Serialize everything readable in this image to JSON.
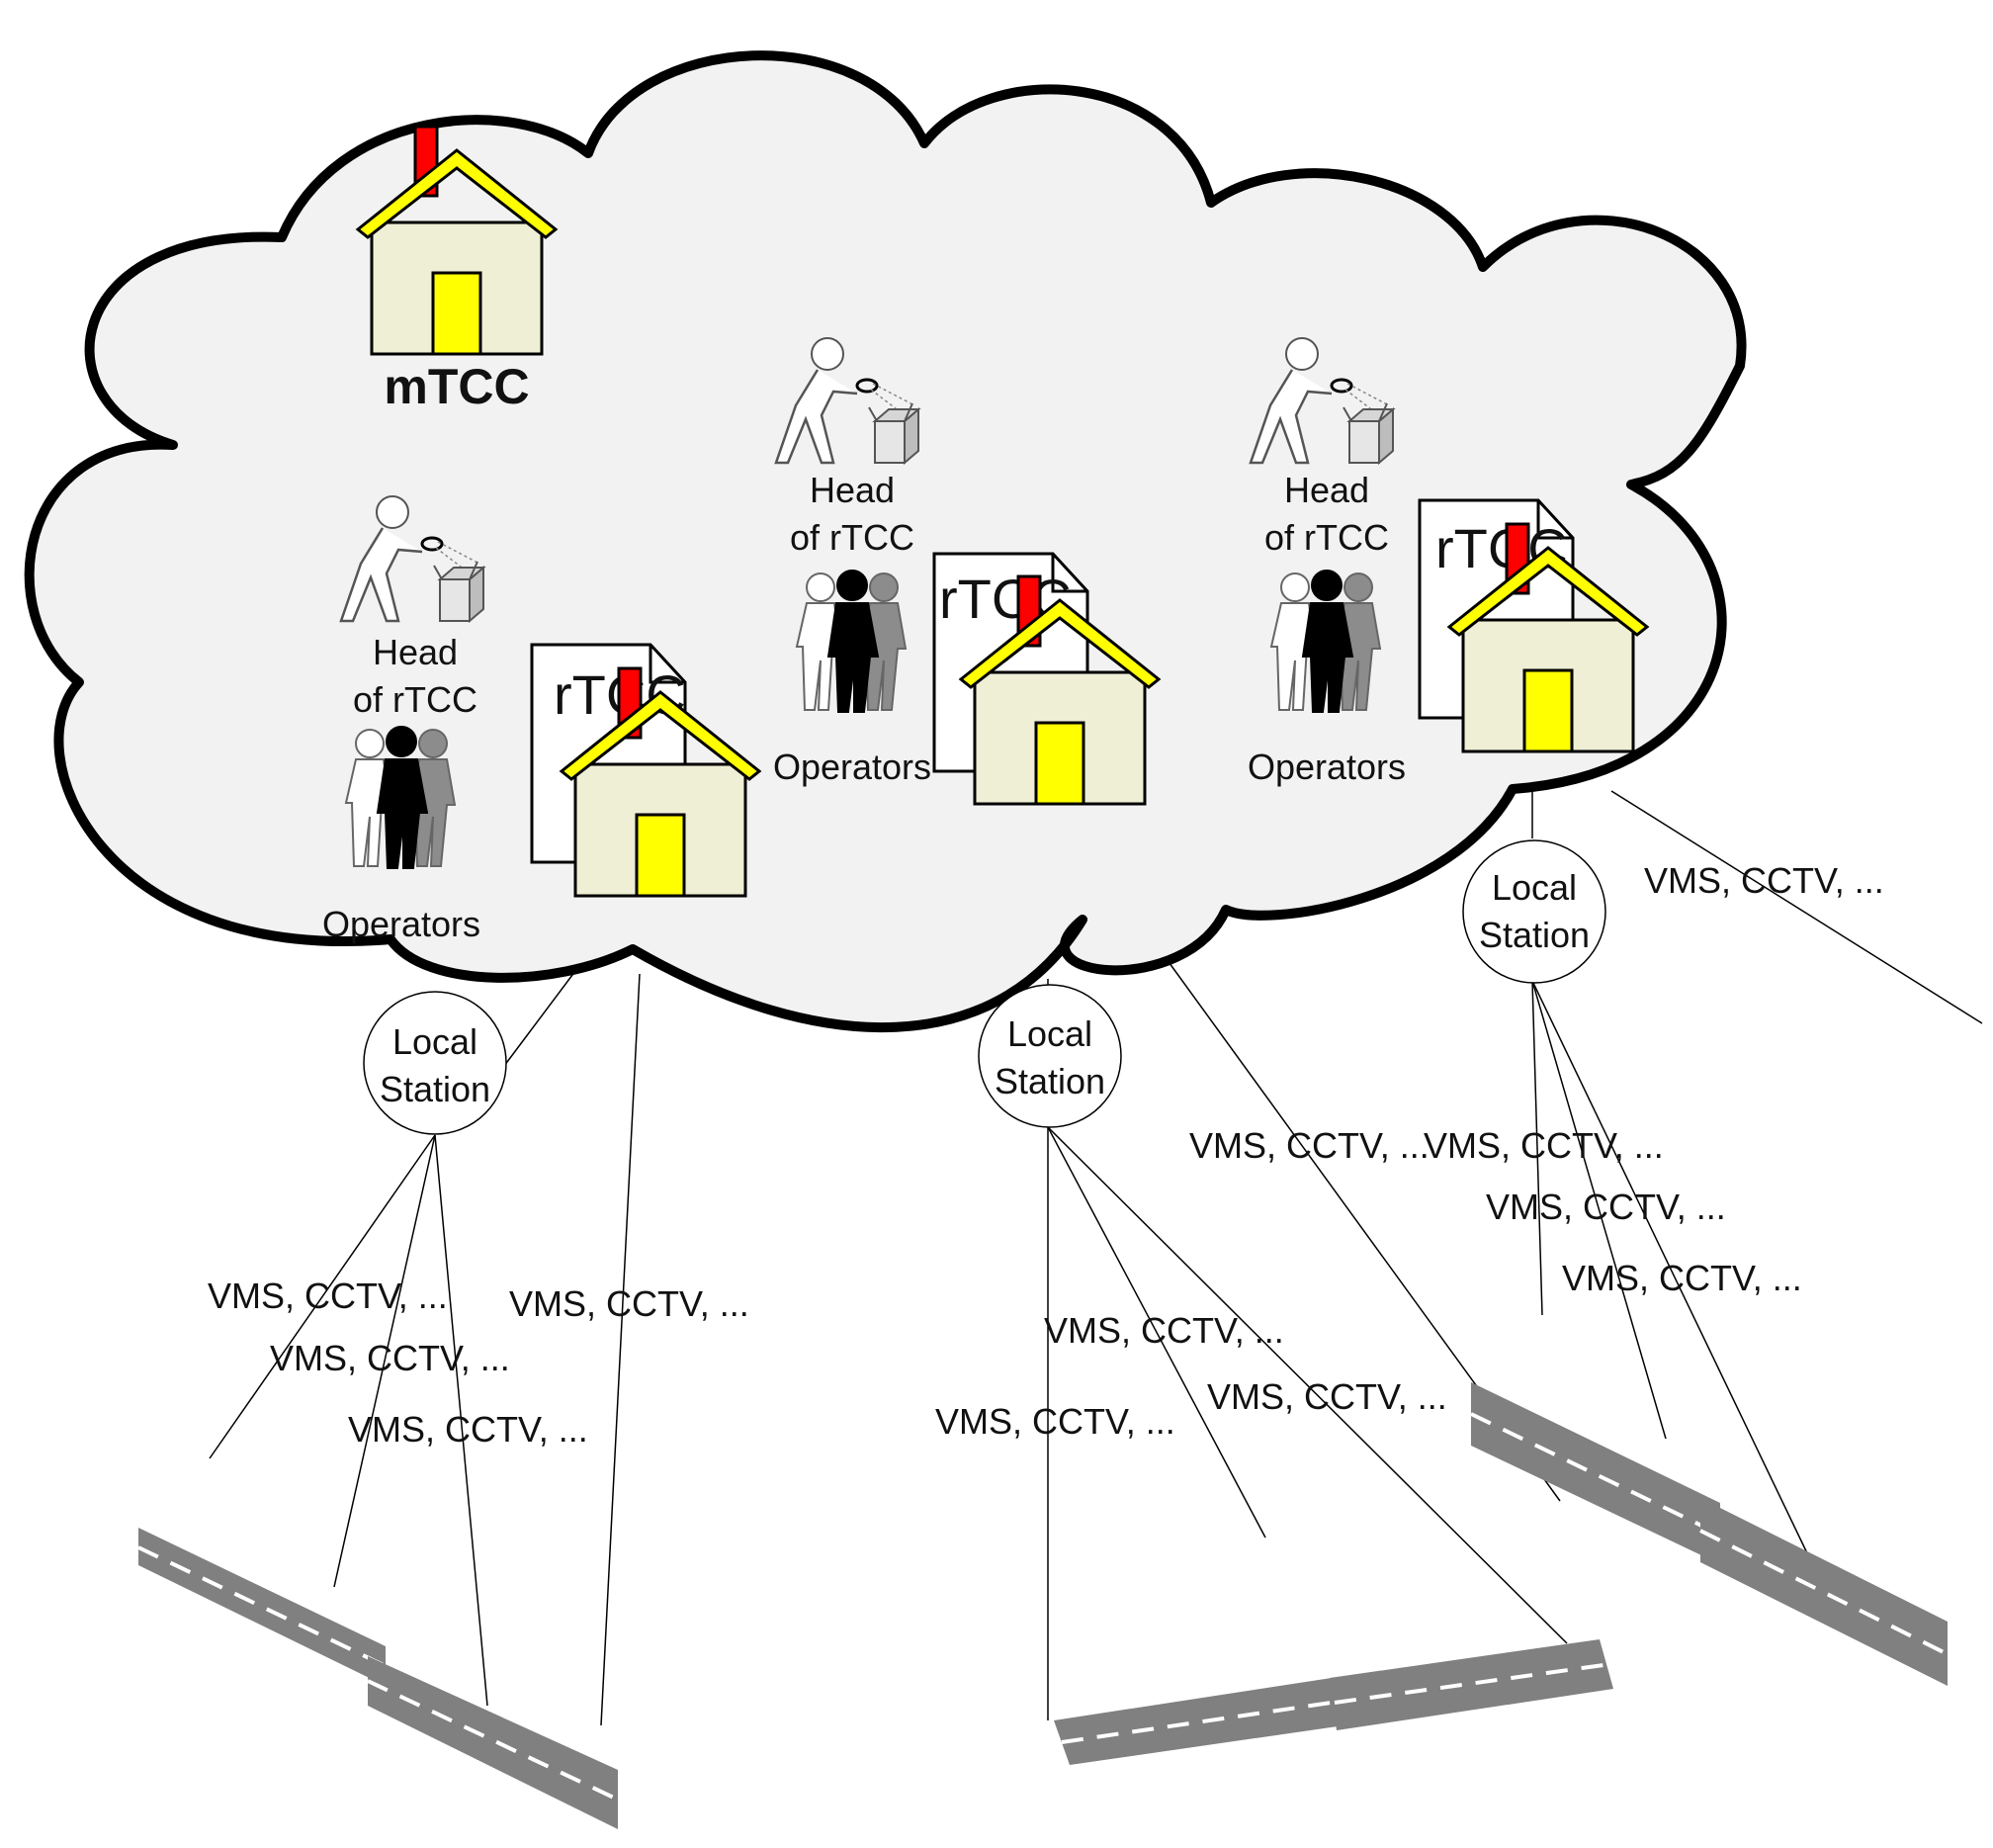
{
  "diagram": {
    "main_center": {
      "label": "mTCC"
    },
    "regional_centers": [
      {
        "head_label_line1": "Head",
        "head_label_line2": "of rTCC",
        "operators_label": "Operators",
        "doc_label": "rTCC"
      },
      {
        "head_label_line1": "Head",
        "head_label_line2": "of rTCC",
        "operators_label": "Operators",
        "doc_label": "rTCC"
      },
      {
        "head_label_line1": "Head",
        "head_label_line2": "of rTCC",
        "operators_label": "Operators",
        "doc_label": "rTCC"
      }
    ],
    "local_stations": [
      {
        "line1": "Local",
        "line2": "Station"
      },
      {
        "line1": "Local",
        "line2": "Station"
      },
      {
        "line1": "Local",
        "line2": "Station"
      }
    ],
    "devices_label": "VMS, CCTV, ...",
    "colors": {
      "cloud_fill": "#f2f2f2",
      "house_body": "#efefd6",
      "house_roof": "#ffff00",
      "door": "#ffff00",
      "chimney": "#ff0000",
      "road": "#808080",
      "road_marking": "#ffffff"
    },
    "icons": [
      "house-icon",
      "inspector-icon",
      "operators-group-icon",
      "document-icon",
      "road-icon"
    ]
  }
}
